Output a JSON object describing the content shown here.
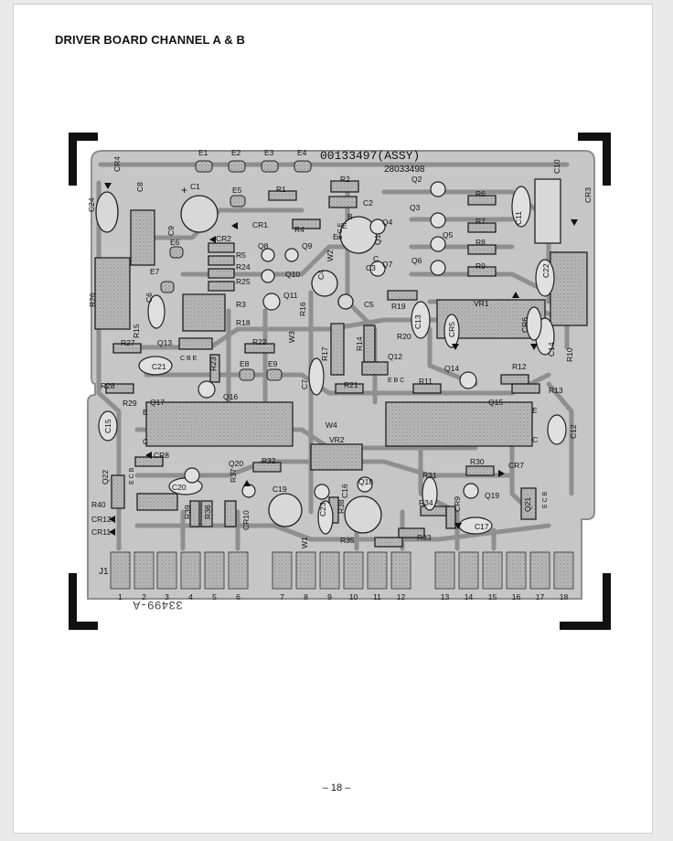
{
  "document": {
    "title": "DRIVER BOARD CHANNEL A & B",
    "page_number": "– 18 –"
  },
  "board": {
    "assembly_number": "00133497(ASSY)",
    "board_number": "28033498",
    "artwork_number": "33499-A",
    "connector_label": "J1",
    "connector_pins": [
      "1",
      "2",
      "3",
      "4",
      "5",
      "6",
      "7",
      "8",
      "9",
      "10",
      "11",
      "12",
      "13",
      "14",
      "15",
      "16",
      "17",
      "18"
    ],
    "pads": [
      "E1",
      "E2",
      "E3",
      "E4",
      "E5",
      "E6",
      "E7",
      "E8",
      "E9"
    ],
    "transistor_pin_labels": {
      "q13": "C B E",
      "q12": "E B C",
      "q21": "E C B",
      "q22": "E C B",
      "q1": "B C E"
    },
    "polarity_mark": "+",
    "component_labels": [
      {
        "id": "c1",
        "t": "C1"
      },
      {
        "id": "c2",
        "t": "C2"
      },
      {
        "id": "c3",
        "t": "C3"
      },
      {
        "id": "c4",
        "t": "C4"
      },
      {
        "id": "c5",
        "t": "C5"
      },
      {
        "id": "c6",
        "t": "C6"
      },
      {
        "id": "c7",
        "t": "C7"
      },
      {
        "id": "c8",
        "t": "C8"
      },
      {
        "id": "c9",
        "t": "C9"
      },
      {
        "id": "c10",
        "t": "C10"
      },
      {
        "id": "c11",
        "t": "C11"
      },
      {
        "id": "c12",
        "t": "C12"
      },
      {
        "id": "c13",
        "t": "C13"
      },
      {
        "id": "c14",
        "t": "C14"
      },
      {
        "id": "c15",
        "t": "C15"
      },
      {
        "id": "c16",
        "t": "C16"
      },
      {
        "id": "c17",
        "t": "C17"
      },
      {
        "id": "c19",
        "t": "C19"
      },
      {
        "id": "c20",
        "t": "C20"
      },
      {
        "id": "c21",
        "t": "C21"
      },
      {
        "id": "c22",
        "t": "C22"
      },
      {
        "id": "c23",
        "t": "C23"
      },
      {
        "id": "c24",
        "t": "C24"
      },
      {
        "id": "cr1",
        "t": "CR1"
      },
      {
        "id": "cr2",
        "t": "CR2"
      },
      {
        "id": "cr3",
        "t": "CR3"
      },
      {
        "id": "cr4",
        "t": "CR4"
      },
      {
        "id": "cr5",
        "t": "CR5"
      },
      {
        "id": "cr6",
        "t": "CR6"
      },
      {
        "id": "cr7",
        "t": "CR7"
      },
      {
        "id": "cr8",
        "t": "CR8"
      },
      {
        "id": "cr9",
        "t": "CR9"
      },
      {
        "id": "cr10",
        "t": "CR10"
      },
      {
        "id": "cr11",
        "t": "CR11"
      },
      {
        "id": "cr12",
        "t": "CR12"
      },
      {
        "id": "r1",
        "t": "R1"
      },
      {
        "id": "r2",
        "t": "R2"
      },
      {
        "id": "r3",
        "t": "R3"
      },
      {
        "id": "r4",
        "t": "R4"
      },
      {
        "id": "r5",
        "t": "R5"
      },
      {
        "id": "r6",
        "t": "R6"
      },
      {
        "id": "r7",
        "t": "R7"
      },
      {
        "id": "r8",
        "t": "R8"
      },
      {
        "id": "r9",
        "t": "R9"
      },
      {
        "id": "r10",
        "t": "R10"
      },
      {
        "id": "r11",
        "t": "R11"
      },
      {
        "id": "r12",
        "t": "R12"
      },
      {
        "id": "r13",
        "t": "R13"
      },
      {
        "id": "r14",
        "t": "R14"
      },
      {
        "id": "r15",
        "t": "R15"
      },
      {
        "id": "r16",
        "t": "R16"
      },
      {
        "id": "r17",
        "t": "R17"
      },
      {
        "id": "r18",
        "t": "R18"
      },
      {
        "id": "r19",
        "t": "R19"
      },
      {
        "id": "r20",
        "t": "R20"
      },
      {
        "id": "r21",
        "t": "R21"
      },
      {
        "id": "r22",
        "t": "R22"
      },
      {
        "id": "r23",
        "t": "R23"
      },
      {
        "id": "r24",
        "t": "R24"
      },
      {
        "id": "r25",
        "t": "R25"
      },
      {
        "id": "r26",
        "t": "R26"
      },
      {
        "id": "r27",
        "t": "R27"
      },
      {
        "id": "r28",
        "t": "R28"
      },
      {
        "id": "r29",
        "t": "R29"
      },
      {
        "id": "r30",
        "t": "R30"
      },
      {
        "id": "r31",
        "t": "R31"
      },
      {
        "id": "r32",
        "t": "R32"
      },
      {
        "id": "r33",
        "t": "R33"
      },
      {
        "id": "r34",
        "t": "R34"
      },
      {
        "id": "r35",
        "t": "R35"
      },
      {
        "id": "r36",
        "t": "R36"
      },
      {
        "id": "r37",
        "t": "R37"
      },
      {
        "id": "r38",
        "t": "R38"
      },
      {
        "id": "r39",
        "t": "R39"
      },
      {
        "id": "r40",
        "t": "R40"
      },
      {
        "id": "q1",
        "t": "Q1"
      },
      {
        "id": "q2",
        "t": "Q2"
      },
      {
        "id": "q3",
        "t": "Q3"
      },
      {
        "id": "q4",
        "t": "Q4"
      },
      {
        "id": "q5",
        "t": "Q5"
      },
      {
        "id": "q6",
        "t": "Q6"
      },
      {
        "id": "q7",
        "t": "Q7"
      },
      {
        "id": "q8",
        "t": "Q8"
      },
      {
        "id": "q9",
        "t": "Q9"
      },
      {
        "id": "q10",
        "t": "Q10"
      },
      {
        "id": "q11",
        "t": "Q11"
      },
      {
        "id": "q12",
        "t": "Q12"
      },
      {
        "id": "q13",
        "t": "Q13"
      },
      {
        "id": "q14",
        "t": "Q14"
      },
      {
        "id": "q15",
        "t": "Q15"
      },
      {
        "id": "q16",
        "t": "Q16"
      },
      {
        "id": "q17",
        "t": "Q17"
      },
      {
        "id": "q18",
        "t": "Q18"
      },
      {
        "id": "q19",
        "t": "Q19"
      },
      {
        "id": "q20",
        "t": "Q20"
      },
      {
        "id": "q21",
        "t": "Q21"
      },
      {
        "id": "q22",
        "t": "Q22"
      },
      {
        "id": "vr1",
        "t": "VR1"
      },
      {
        "id": "vr2",
        "t": "VR2"
      },
      {
        "id": "w1",
        "t": "W1"
      },
      {
        "id": "w2",
        "t": "W2"
      },
      {
        "id": "w3",
        "t": "W3"
      },
      {
        "id": "w4",
        "t": "W4"
      },
      {
        "id": "q17e",
        "t": "E"
      },
      {
        "id": "q17c",
        "t": "C"
      },
      {
        "id": "q15e",
        "t": "E"
      },
      {
        "id": "q15c",
        "t": "C"
      },
      {
        "id": "q1b",
        "t": "B"
      },
      {
        "id": "q1e",
        "t": "E"
      },
      {
        "id": "q1c",
        "t": "C"
      },
      {
        "id": "w2e",
        "t": "E"
      }
    ]
  }
}
